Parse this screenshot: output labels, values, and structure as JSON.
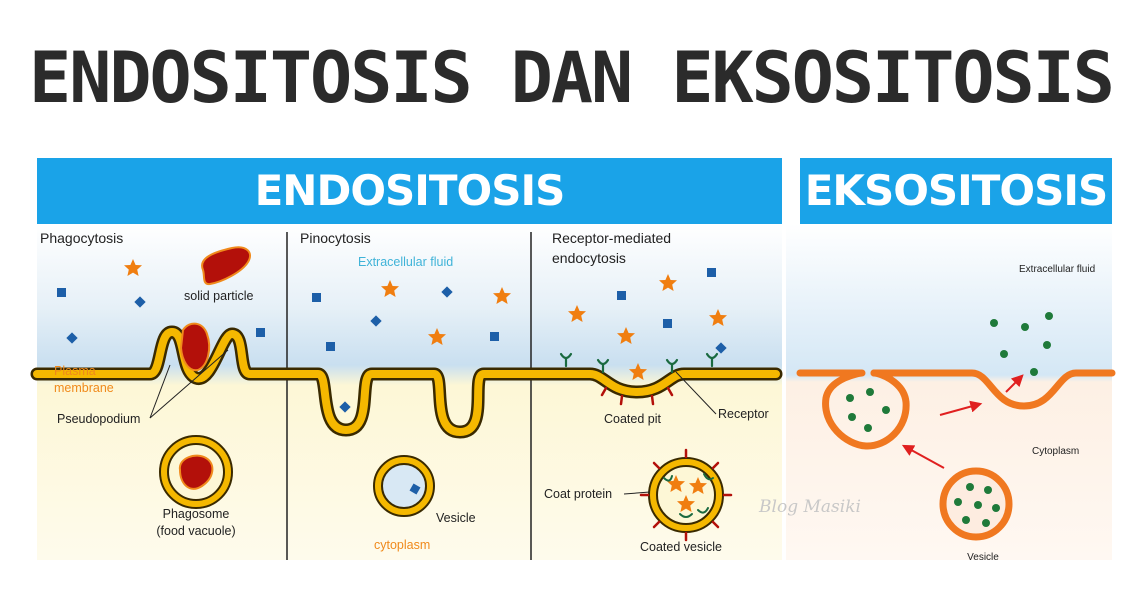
{
  "title": "ENDOSITOSIS DAN EKSOSITOSIS",
  "banners": {
    "endo": "ENDOSITOSIS",
    "ekso": "EKSOSITOSIS"
  },
  "endo": {
    "phagocytosis": {
      "heading": "Phagocytosis",
      "solid_particle": "solid particle",
      "plasma_1": "Plasma",
      "plasma_2": "membrane",
      "pseudopodium": "Pseudopodium",
      "phagosome_1": "Phagosome",
      "phagosome_2": "(food vacuole)"
    },
    "pinocytosis": {
      "heading": "Pinocytosis",
      "extracellular": "Extracellular fluid",
      "vesicle": "Vesicle",
      "cytoplasm": "cytoplasm"
    },
    "receptor": {
      "heading_1": "Receptor-mediated",
      "heading_2": "endocytosis",
      "coated_pit": "Coated pit",
      "receptor": "Receptor",
      "coat_protein": "Coat protein",
      "coated_vesicle": "Coated vesicle"
    }
  },
  "ekso": {
    "extracellular": "Extracellular fluid",
    "cytoplasm": "Cytoplasm",
    "vesicle": "Vesicle"
  },
  "watermark": "Blog Masiki",
  "colors": {
    "banner": "#1aa3e8",
    "membrane": "#f5b800",
    "membrane_outline": "#3a2a00",
    "particle": "#b3100a",
    "star": "#f07e10",
    "square": "#1d5fa8",
    "ekso_membrane": "#f07820",
    "dot": "#1f7a3a"
  }
}
